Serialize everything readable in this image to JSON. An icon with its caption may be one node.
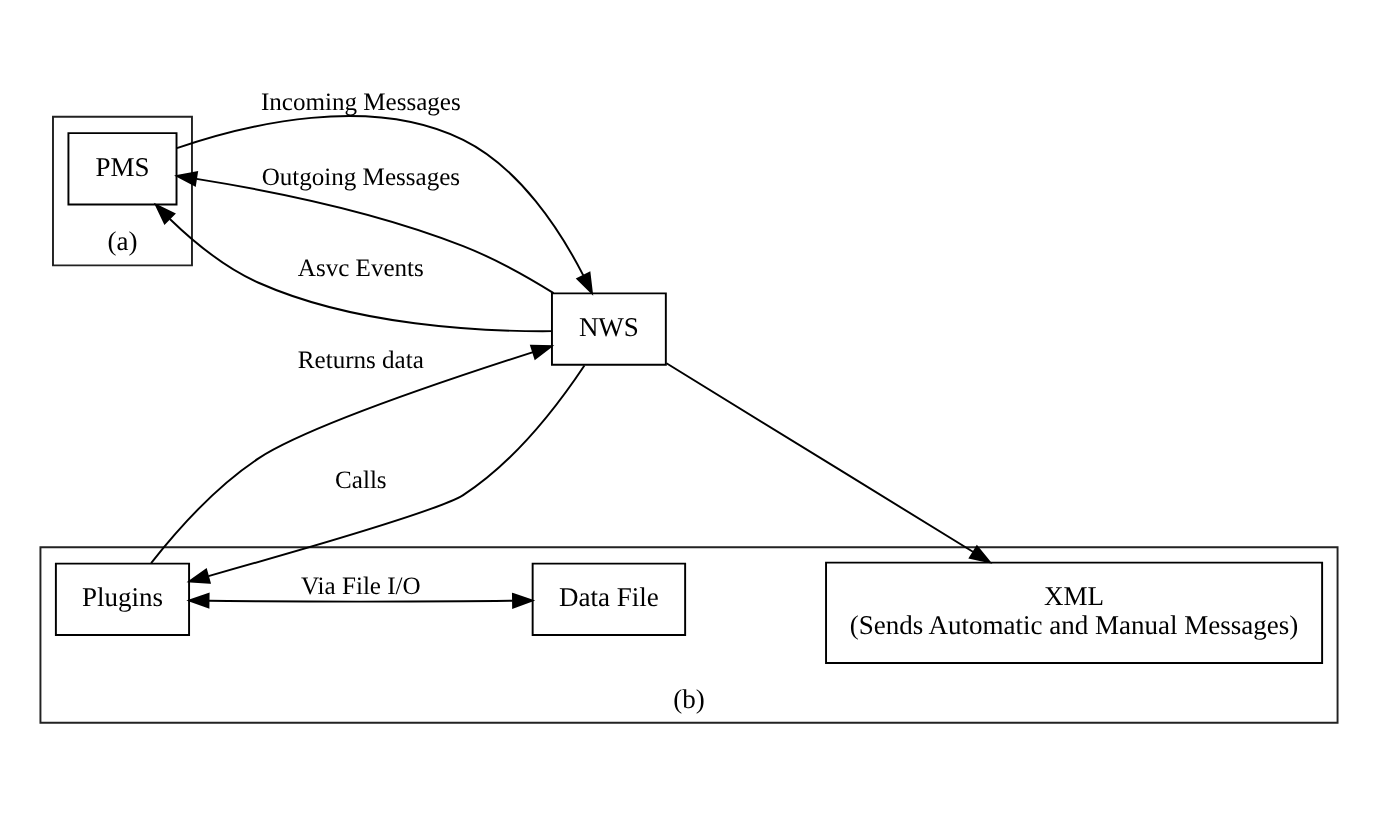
{
  "diagram": {
    "nodes": [
      {
        "text": [
          "(a)"
        ]
      },
      {
        "text": [
          "PMS"
        ],
        "in": 0
      },
      {
        "text": [
          "(b)"
        ]
      },
      {
        "text": [
          "NWS"
        ]
      },
      {
        "text": [
          "XML",
          "(Sends Automatic and Manual Messages)"
        ],
        "in": 2
      },
      {
        "text": [
          "Plugins"
        ],
        "in": 2
      },
      {
        "text": [
          "Data File"
        ],
        "in": 2
      }
    ],
    "edges": [
      {
        "from": 1,
        "to": 3,
        "arrow": "to",
        "label": "Incoming Messages"
      },
      {
        "from": 3,
        "to": 1,
        "arrow": "to",
        "label": "Outgoing Messages"
      },
      {
        "from": 3,
        "to": 1,
        "arrow": "to",
        "label": "Asvc Events"
      },
      {
        "from": 3,
        "to": 4,
        "arrow": "to"
      },
      {
        "from": 3,
        "to": 5,
        "arrow": "to",
        "label": "Calls"
      },
      {
        "from": 5,
        "to": 3,
        "arrow": "to",
        "label": "Returns data"
      },
      {
        "from": 5,
        "to": 6,
        "arrow": "both",
        "label": "Via File I/O"
      }
    ]
  }
}
